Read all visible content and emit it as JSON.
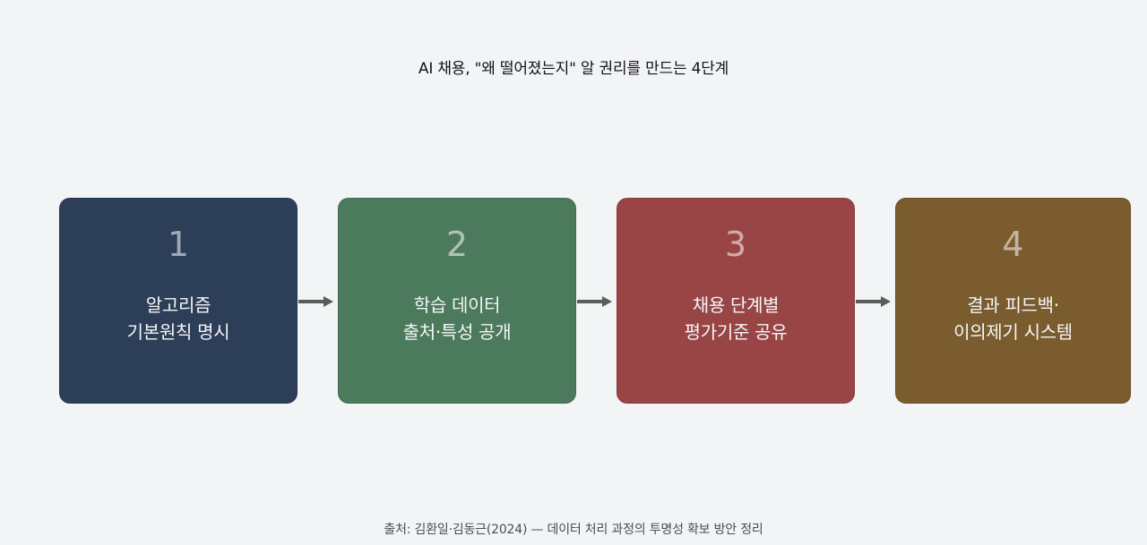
{
  "title": "AI 채용, \"왜 떨어졌는지\" 알 권리를 만드는 4단계",
  "steps": [
    {
      "number": "1",
      "line1": "알고리즘",
      "line2": "기본원칙 명시",
      "color": "#2d3e58"
    },
    {
      "number": "2",
      "line1": "학습 데이터",
      "line2": "출처·특성 공개",
      "color": "#4c7a5d"
    },
    {
      "number": "3",
      "line1": "채용 단계별",
      "line2": "평가기준 공유",
      "color": "#9a4545"
    },
    {
      "number": "4",
      "line1": "결과 피드백·",
      "line2": "이의제기 시스템",
      "color": "#7a5c2e"
    }
  ],
  "arrow_color": "#5a5d58",
  "source": "출처: 김환일·김동근(2024) — 데이터 처리 과정의 투명성 확보 방안 정리"
}
